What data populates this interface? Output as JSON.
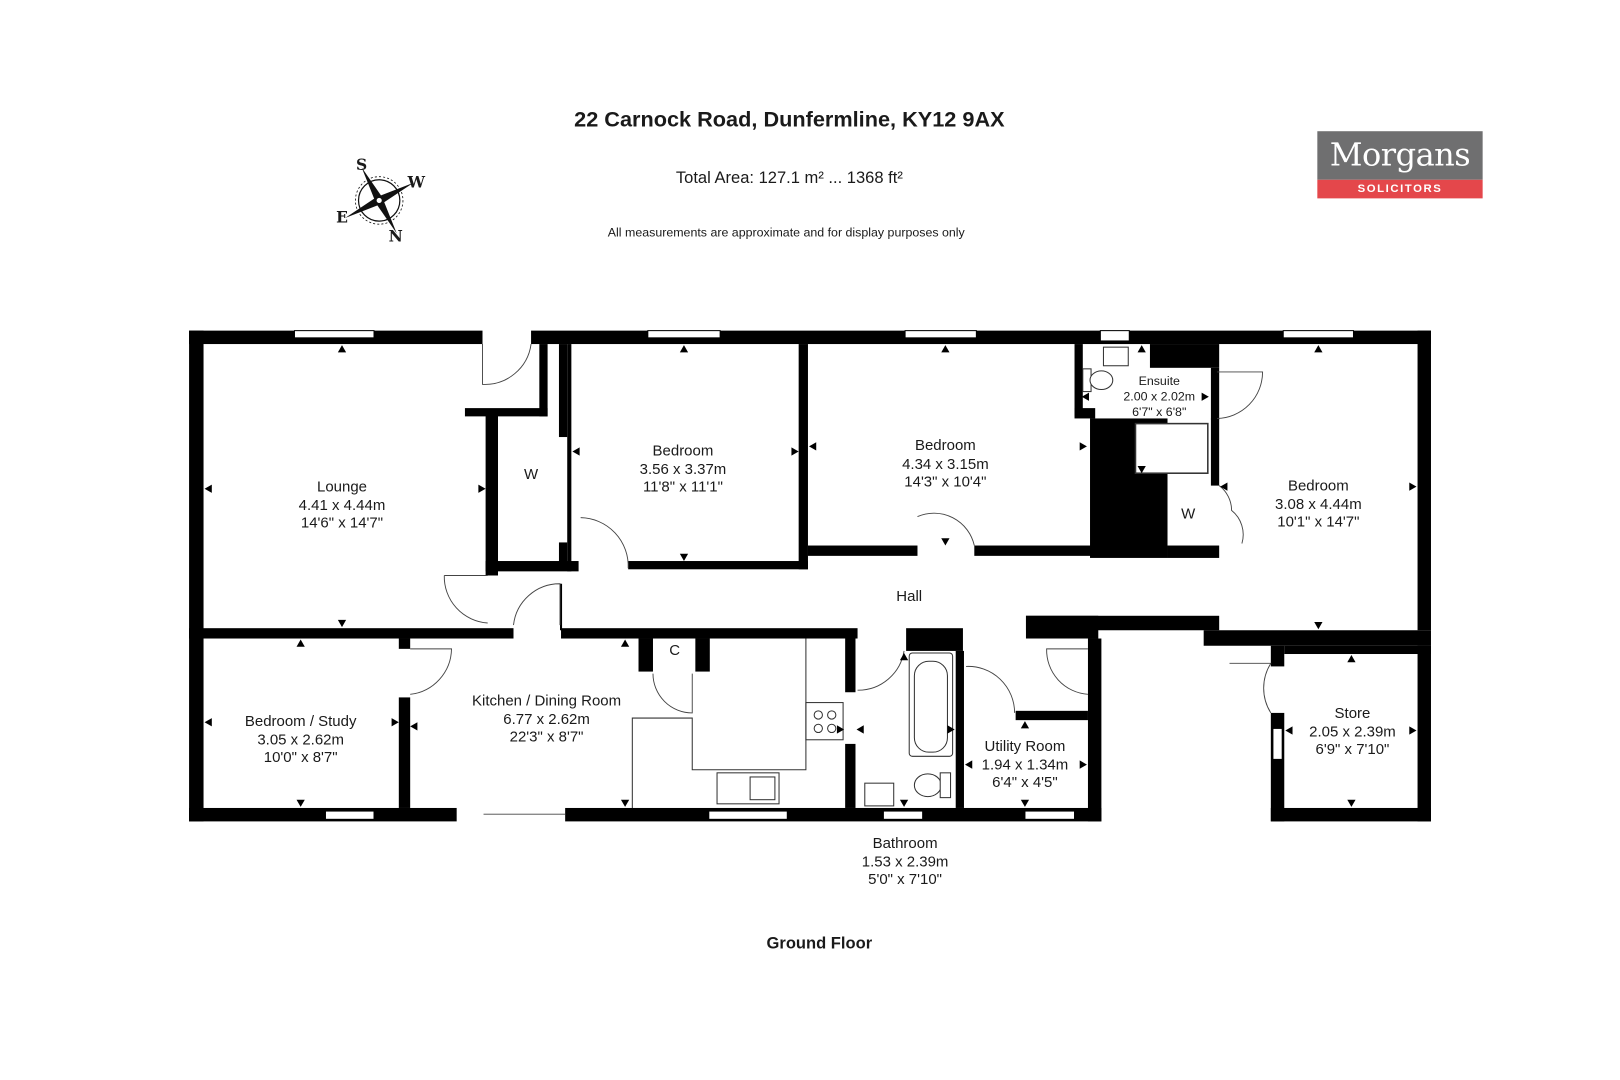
{
  "header": {
    "title": "22 Carnock Road, Dunfermline, KY12 9AX",
    "total_area": "Total Area: 127.1 m² ... 1368 ft²",
    "disclaimer": "All measurements are approximate and for display purposes only"
  },
  "compass": {
    "icon": "compass-rose-icon",
    "s": "S",
    "w": "W",
    "e": "E",
    "n": "N"
  },
  "logo": {
    "name": "Morgans",
    "tagline": "SOLICITORS",
    "colors": {
      "top": "#6f6f70",
      "bottom": "#e4474b"
    }
  },
  "rooms": [
    {
      "name": "Lounge",
      "metric": "4.41 x 4.44m",
      "imperial": "14'6\" x 14'7\""
    },
    {
      "name": "Bedroom",
      "metric": "3.56 x 3.37m",
      "imperial": "11'8\" x 11'1\""
    },
    {
      "name": "Bedroom",
      "metric": "4.34 x 3.15m",
      "imperial": "14'3\" x 10'4\""
    },
    {
      "name": "Ensuite",
      "metric": "2.00 x 2.02m",
      "imperial": "6'7\" x 6'8\""
    },
    {
      "name": "Bedroom",
      "metric": "3.08 x 4.44m",
      "imperial": "10'1\" x 14'7\""
    },
    {
      "name": "Bedroom / Study",
      "metric": "3.05 x 2.62m",
      "imperial": "10'0\" x 8'7\""
    },
    {
      "name": "Kitchen / Dining Room",
      "metric": "6.77 x 2.62m",
      "imperial": "22'3\" x 8'7\""
    },
    {
      "name": "Utility Room",
      "metric": "1.94 x 1.34m",
      "imperial": "6'4\" x 4'5\""
    },
    {
      "name": "Store",
      "metric": "2.05 x 2.39m",
      "imperial": "6'9\" x 7'10\""
    },
    {
      "name": "Bathroom",
      "metric": "1.53 x 2.39m",
      "imperial": "5'0\" x 7'10\""
    }
  ],
  "labels": {
    "hall": "Hall",
    "wardrobe1": "W",
    "wardrobe2": "W",
    "cupboard": "C"
  },
  "floor_name": "Ground Floor"
}
